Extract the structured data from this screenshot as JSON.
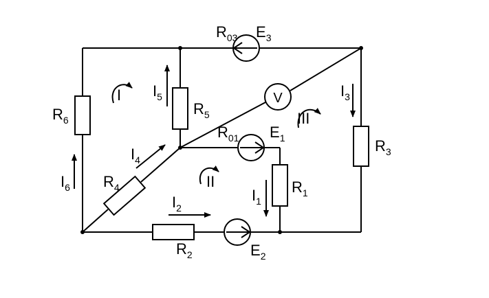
{
  "labels": {
    "R03": {
      "main": "R",
      "sub": "03"
    },
    "E3": {
      "main": "E",
      "sub": "3"
    },
    "R6": {
      "main": "R",
      "sub": "6"
    },
    "R5": {
      "main": "R",
      "sub": "5"
    },
    "R4": {
      "main": "R",
      "sub": "4"
    },
    "R3": {
      "main": "R",
      "sub": "3"
    },
    "R01": {
      "main": "R",
      "sub": "01"
    },
    "E1": {
      "main": "E",
      "sub": "1"
    },
    "R1": {
      "main": "R",
      "sub": "1"
    },
    "R2": {
      "main": "R",
      "sub": "2"
    },
    "E2": {
      "main": "E",
      "sub": "2"
    },
    "I1": {
      "main": "I",
      "sub": "1"
    },
    "I2": {
      "main": "I",
      "sub": "2"
    },
    "I3": {
      "main": "I",
      "sub": "3"
    },
    "I4": {
      "main": "I",
      "sub": "4"
    },
    "I5": {
      "main": "I",
      "sub": "5"
    },
    "I6": {
      "main": "I",
      "sub": "6"
    }
  },
  "voltmeter": "V",
  "loops": {
    "I": "I",
    "II": "II",
    "III": "III"
  }
}
